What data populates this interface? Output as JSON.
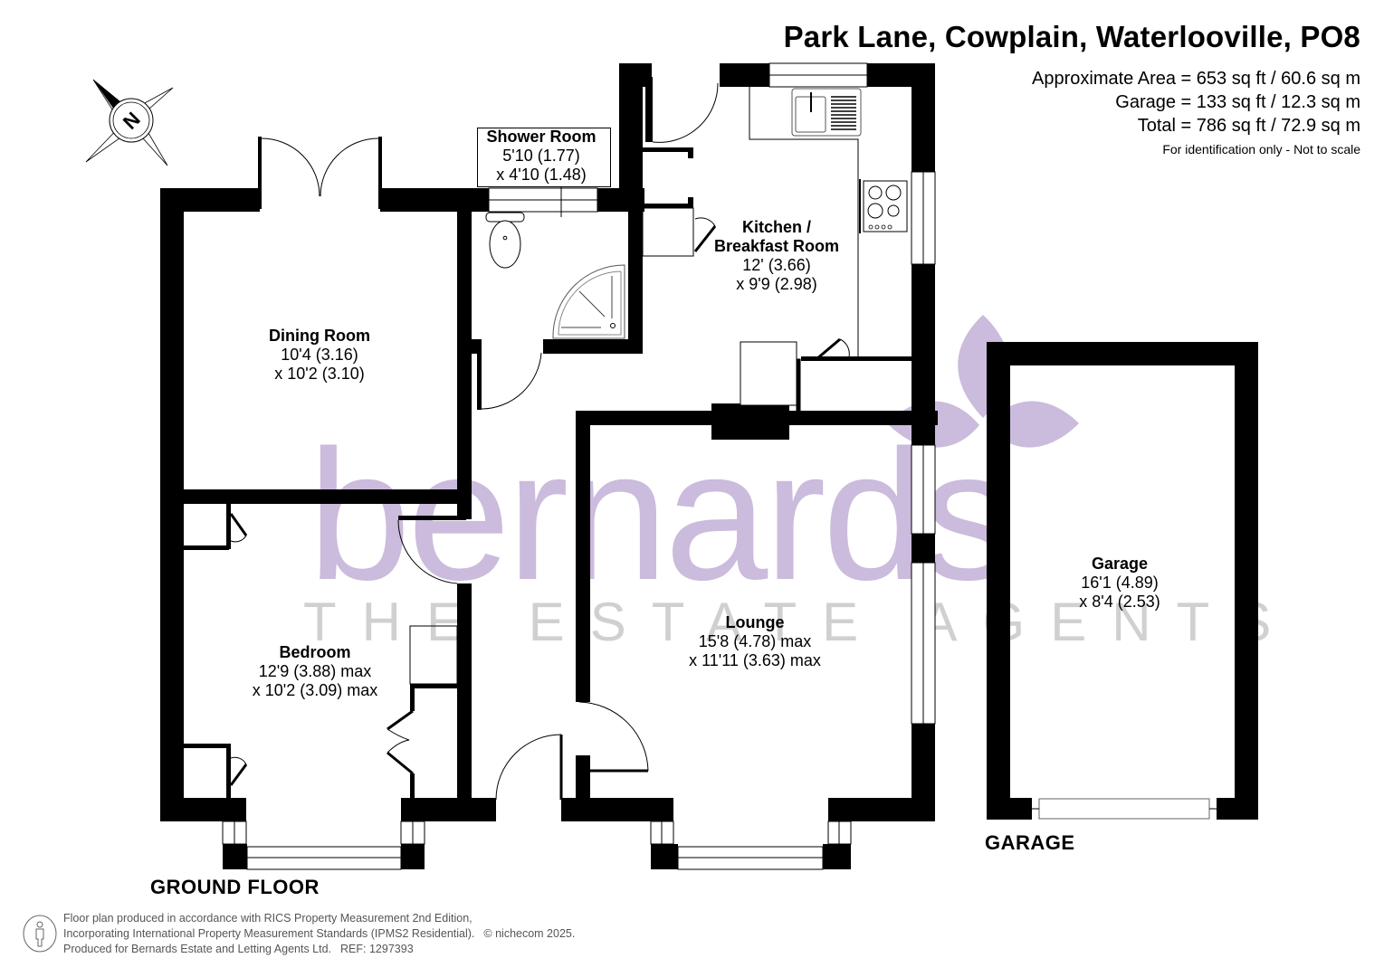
{
  "header": {
    "title": "Park Lane, Cowplain, Waterlooville, PO8",
    "areas": [
      "Approximate Area = 653 sq ft / 60.6 sq m",
      "Garage = 133 sq ft / 12.3 sq m",
      "Total = 786 sq ft / 72.9 sq m"
    ],
    "note": "For identification only - Not to scale"
  },
  "compass": {
    "label": "N",
    "icon": "compass-north-icon"
  },
  "rooms": [
    {
      "name": "Shower Room",
      "dim1": "5'10 (1.77)",
      "dim2": "x 4'10 (1.48)"
    },
    {
      "name": "Kitchen /",
      "name2": "Breakfast Room",
      "dim1": "12' (3.66)",
      "dim2": "x 9'9 (2.98)"
    },
    {
      "name": "Dining Room",
      "dim1": "10'4 (3.16)",
      "dim2": "x 10'2 (3.10)"
    },
    {
      "name": "Bedroom",
      "dim1": "12'9 (3.88) max",
      "dim2": "x 10'2 (3.09) max"
    },
    {
      "name": "Lounge",
      "dim1": "15'8 (4.78) max",
      "dim2": "x 11'11 (3.63) max"
    },
    {
      "name": "Garage",
      "dim1": "16'1 (4.89)",
      "dim2": "x 8'4 (2.53)"
    }
  ],
  "floors": {
    "ground": "GROUND FLOOR",
    "garage": "GARAGE"
  },
  "watermark": {
    "brand": "bernards",
    "tagline": "THE ESTATE AGENTS",
    "brand_color": "#cbbbdc",
    "tagline_color": "#d0d0d0"
  },
  "footer": {
    "line1": "Floor plan produced in accordance with RICS Property Measurement 2nd Edition,",
    "line2": "Incorporating International Property Measurement Standards (IPMS2 Residential).",
    "copyright": "© nichecom 2025.",
    "line3": "Produced for Bernards Estate and Letting Agents Ltd.",
    "ref": "REF:  1297393"
  },
  "colors": {
    "wall": "#000000",
    "background": "#ffffff",
    "footer_text": "#555555"
  }
}
